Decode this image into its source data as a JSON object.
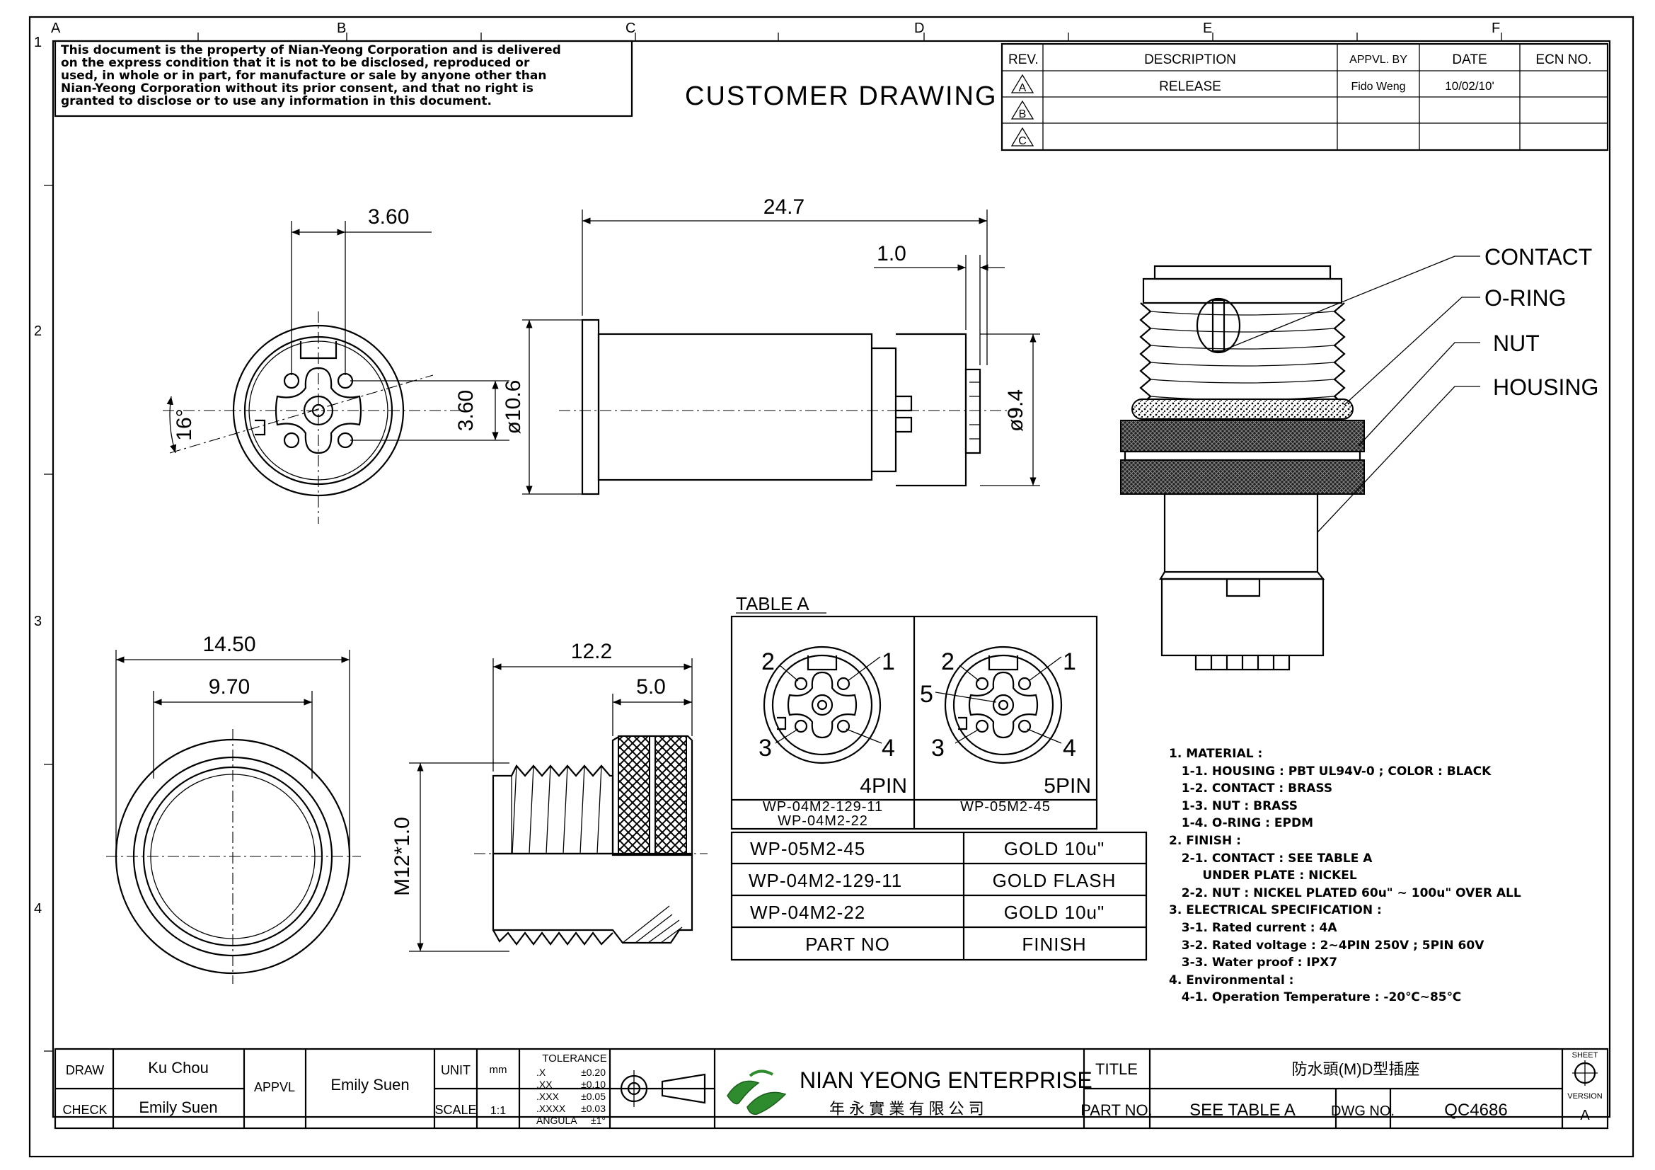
{
  "grid": {
    "columns": [
      "A",
      "B",
      "C",
      "D",
      "E",
      "F"
    ],
    "rows": [
      "1",
      "2",
      "3",
      "4"
    ]
  },
  "notice_lines": [
    "This document is the property of Nian-Yeong Corporation and is delivered",
    "on  the  express condition that it is not to be disclosed, reproduced or",
    "used, in whole or in part, for manufacture or sale by anyone other than",
    "Nian-Yeong Corporation without  its prior consent, and that  no right  is",
    "granted to disclose or to use any information in this  document."
  ],
  "drawing_title": "CUSTOMER  DRAWING",
  "revision_table": {
    "headers": [
      "REV.",
      "DESCRIPTION",
      "APPVL. BY",
      "DATE",
      "ECN NO."
    ],
    "rows": [
      {
        "rev": "A",
        "description": "RELEASE",
        "approved_by": "Fido Weng",
        "date": "10/02/10'",
        "ecn": ""
      },
      {
        "rev": "B",
        "description": "",
        "approved_by": "",
        "date": "",
        "ecn": ""
      },
      {
        "rev": "C",
        "description": "",
        "approved_by": "",
        "date": "",
        "ecn": ""
      }
    ]
  },
  "dimensions": {
    "front_pin_spacing_h": "3.60",
    "front_pin_spacing_v": "3.60",
    "front_angle": "16°",
    "side_length": "24.7",
    "side_step": "1.0",
    "side_dia_large": "ø10.6",
    "side_dia_small": "ø9.4",
    "nut_outer": "14.50",
    "nut_inner": "9.70",
    "section_length": "12.2",
    "section_nut": "5.0",
    "thread": "M12*1.0"
  },
  "callouts": [
    "CONTACT",
    "O-RING",
    "NUT",
    "HOUSING"
  ],
  "table_a": {
    "title": "TABLE  A",
    "layouts": [
      {
        "label": "4PIN",
        "parts": [
          "WP-04M2-129-11",
          "WP-04M2-22"
        ],
        "pins": [
          "1",
          "2",
          "3",
          "4"
        ]
      },
      {
        "label": "5PIN",
        "parts": [
          "WP-05M2-45"
        ],
        "pins": [
          "1",
          "2",
          "3",
          "4",
          "5"
        ]
      }
    ],
    "rows": [
      {
        "part": "WP-05M2-45",
        "finish": "GOLD  10u\""
      },
      {
        "part": "WP-04M2-129-11",
        "finish": "GOLD  FLASH"
      },
      {
        "part": "WP-04M2-22",
        "finish": "GOLD  10u\""
      }
    ],
    "header": {
      "part": "PART  NO",
      "finish": "FINISH"
    }
  },
  "notes": [
    "1. MATERIAL :",
    "   1-1. HOUSING : PBT UL94V-0 ; COLOR : BLACK",
    "   1-2. CONTACT : BRASS",
    "   1-3. NUT : BRASS",
    "   1-4. O-RING : EPDM",
    "2. FINISH :",
    "   2-1. CONTACT : SEE TABLE A",
    "        UNDER PLATE : NICKEL",
    "   2-2. NUT : NICKEL PLATED 60u\" ~ 100u\" OVER ALL",
    "3. ELECTRICAL SPECIFICATION :",
    "   3-1. Rated current : 4A",
    "   3-2. Rated voltage : 2~4PIN 250V ; 5PIN 60V",
    "   3-3. Water proof : IPX7",
    "4. Environmental :",
    "   4-1. Operation Temperature : -20℃~85℃"
  ],
  "title_block": {
    "draw_label": "DRAW",
    "draw_value": "Ku Chou",
    "check_label": "CHECK",
    "check_value": "Emily Suen",
    "appvl_label": "APPVL",
    "appvl_value": "Emily Suen",
    "unit_label": "UNIT",
    "unit_value": "mm",
    "scale_label": "SCALE",
    "scale_value": "1:1",
    "tolerance_title": "TOLERANCE",
    "tolerances": [
      {
        "k": ".X",
        "v": "±0.20"
      },
      {
        "k": ".XX",
        "v": "±0.10"
      },
      {
        "k": ".XXX",
        "v": "±0.05"
      },
      {
        "k": ".XXXX",
        "v": "±0.03"
      },
      {
        "k": "ANGULA",
        "v": "±1°"
      }
    ],
    "company_name": "NIAN YEONG ENTERPRISE",
    "company_chinese": "年 永 實 業 有 限 公 司",
    "title_label": "TITLE",
    "title_value": "防水頭(M)D型插座",
    "part_no_label": "PART NO.",
    "part_no_value": "SEE TABLE A",
    "dwg_no_label": "DWG NO.",
    "dwg_no_value": "QC4686",
    "sheet_label": "SHEET",
    "version_label": "VERSION",
    "version_value": "A"
  },
  "colors": {
    "logo_green": "#2e8b2e",
    "ink": "#000000"
  }
}
